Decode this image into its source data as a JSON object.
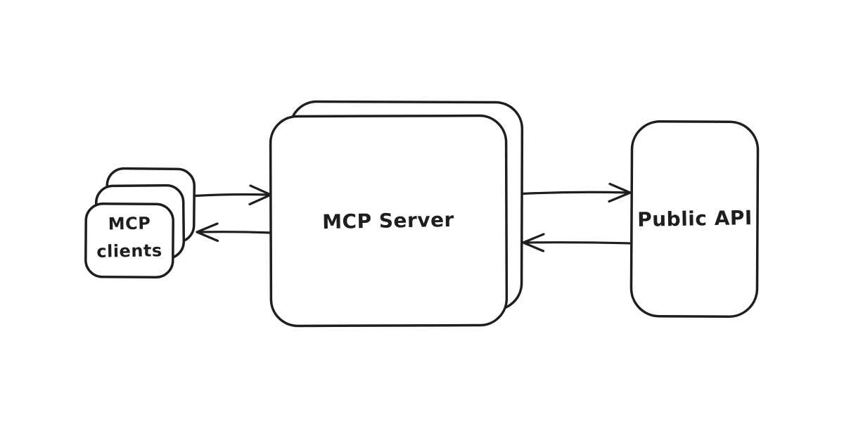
{
  "diagram": {
    "background_color": "#ffffff",
    "stroke_color": "#1e1e1e",
    "fill_color": "#ffffff",
    "nodes": {
      "mcp_clients": {
        "label_line1": "MCP",
        "label_line2": "clients",
        "appearance": "stack-of-3-rounded-cards"
      },
      "mcp_server": {
        "label": "MCP Server",
        "appearance": "stack-of-2-rounded-cards"
      },
      "public_api": {
        "label": "Public API",
        "appearance": "single-rounded-card"
      }
    },
    "edges": [
      {
        "from": "mcp_clients",
        "to": "mcp_server",
        "arrow": "right"
      },
      {
        "from": "mcp_server",
        "to": "mcp_clients",
        "arrow": "left"
      },
      {
        "from": "mcp_server",
        "to": "public_api",
        "arrow": "right"
      },
      {
        "from": "public_api",
        "to": "mcp_server",
        "arrow": "left"
      }
    ]
  }
}
